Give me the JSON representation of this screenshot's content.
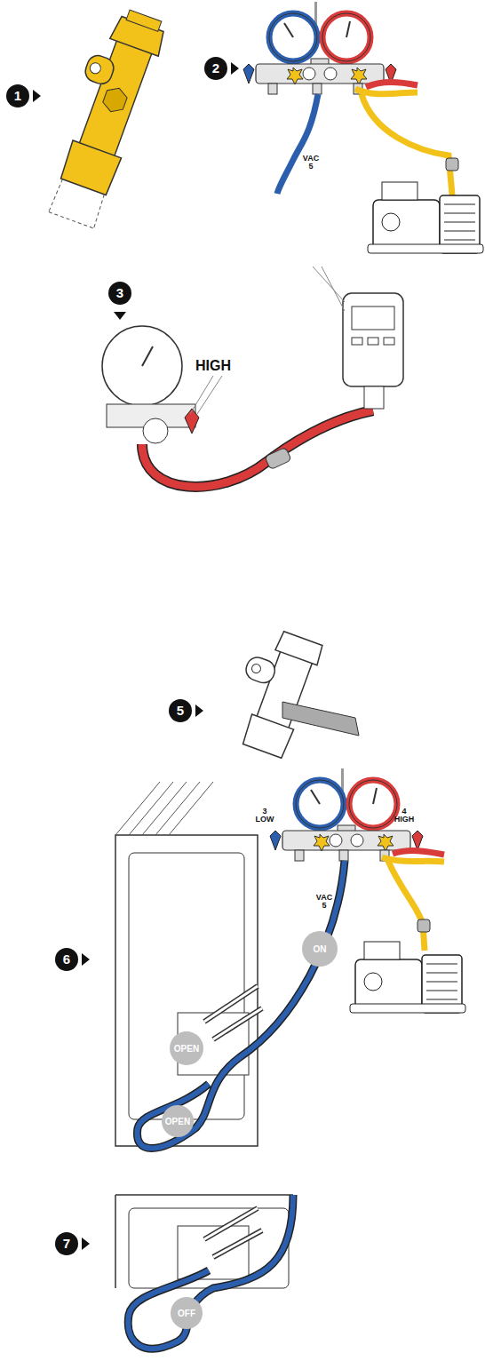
{
  "diagram": {
    "nodes": [
      {
        "text": [
          "ON"
        ]
      },
      {
        "text": [
          "OPEN"
        ]
      },
      {
        "text": [
          "OPEN"
        ]
      },
      {
        "text": [
          "OFF"
        ]
      }
    ],
    "labels": [
      "1",
      "2",
      "VAC 5",
      "3",
      "HIGH",
      "5",
      "6",
      "3 LOW",
      "4 HIGH",
      "VAC 5",
      "7"
    ]
  }
}
